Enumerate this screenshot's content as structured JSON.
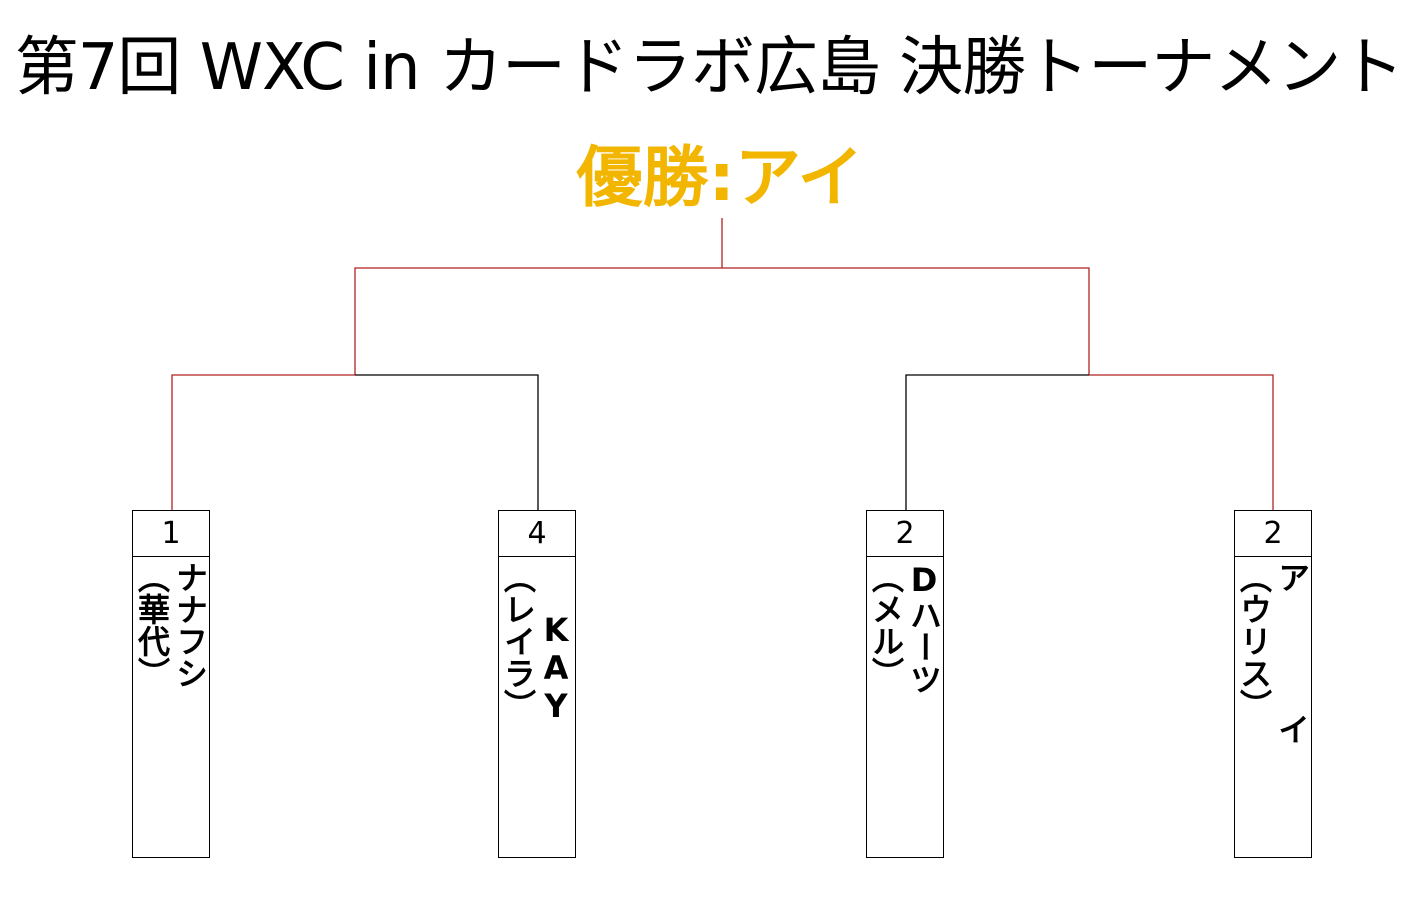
{
  "title": "第7回 WXC in カードラボ広島 決勝トーナメント",
  "champion": "優勝:アイ",
  "colors": {
    "champion": "#F2B600",
    "winner_line": "#B22222",
    "loser_line": "#000000"
  },
  "players": [
    {
      "score": "1",
      "name": "ナナフシ",
      "team": "︵華代︶",
      "winner": true
    },
    {
      "score": "4",
      "name": "KAY",
      "team": "︵レイラ︶",
      "winner": false
    },
    {
      "score": "2",
      "name": "Dハーツ",
      "team": "︵メル︶",
      "winner": false
    },
    {
      "score": "2",
      "name": "アイ",
      "team": "︵ウリス︶",
      "winner": true
    }
  ]
}
